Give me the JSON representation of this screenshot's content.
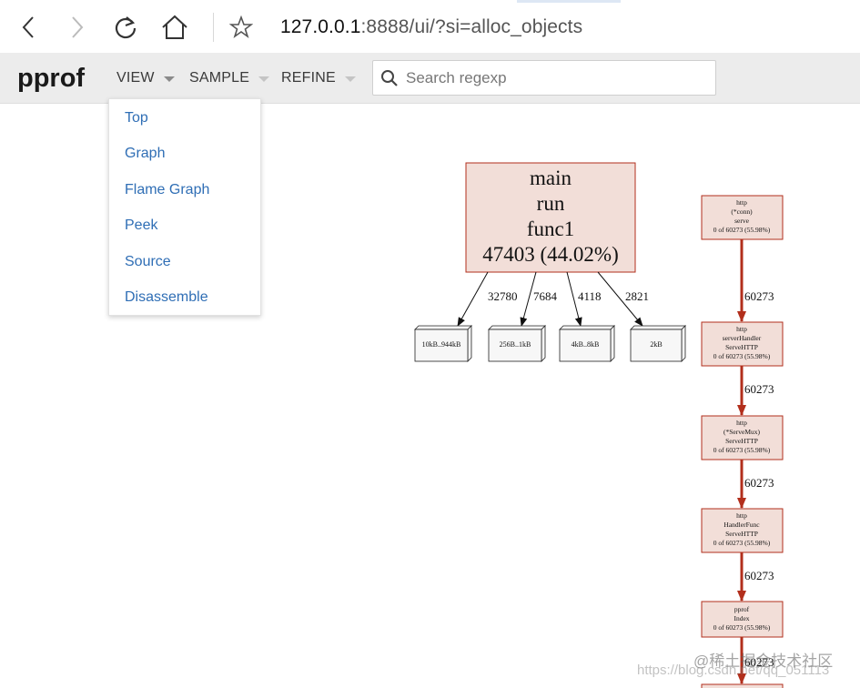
{
  "browser": {
    "url_host": "127.0.0.1",
    "url_path": ":8888/ui/?si=alloc_objects"
  },
  "header": {
    "logo": "pprof",
    "menus": [
      "VIEW",
      "SAMPLE",
      "REFINE"
    ],
    "search_placeholder": "Search regexp"
  },
  "view_menu": {
    "items": [
      "Top",
      "Graph",
      "Flame Graph",
      "Peek",
      "Source",
      "Disassemble"
    ]
  },
  "graph": {
    "main_node": {
      "lines": [
        "main",
        "run",
        "func1",
        "47403 (44.02%)"
      ]
    },
    "edge_labels": [
      "32780",
      "7684",
      "4118",
      "2821"
    ],
    "leaf_nodes": [
      "10kB..944kB",
      "256B..1kB",
      "4kB..8kB",
      "2kB"
    ],
    "chain_nodes": [
      {
        "lines": [
          "http",
          "(*conn)",
          "serve",
          "0 of 60273 (55.98%)"
        ]
      },
      {
        "lines": [
          "http",
          "serverHandler",
          "ServeHTTP",
          "0 of 60273 (55.98%)"
        ]
      },
      {
        "lines": [
          "http",
          "(*ServeMux)",
          "ServeHTTP",
          "0 of 60273 (55.98%)"
        ]
      },
      {
        "lines": [
          "http",
          "HandlerFunc",
          "ServeHTTP",
          "0 of 60273 (55.98%)"
        ]
      },
      {
        "lines": [
          "pprof",
          "Index",
          "0 of 60273 (55.98%)"
        ]
      }
    ],
    "chain_edge_labels": [
      "60273",
      "60273",
      "60273",
      "60273",
      "60273"
    ],
    "colors": {
      "node_fill": "#f2ded8",
      "node_border": "#b22f1c",
      "edge_red": "#b22f1c"
    }
  },
  "watermark": {
    "text": "@稀土掘金技术社区",
    "url": "https://blog.csdn.net/qq_051113"
  }
}
